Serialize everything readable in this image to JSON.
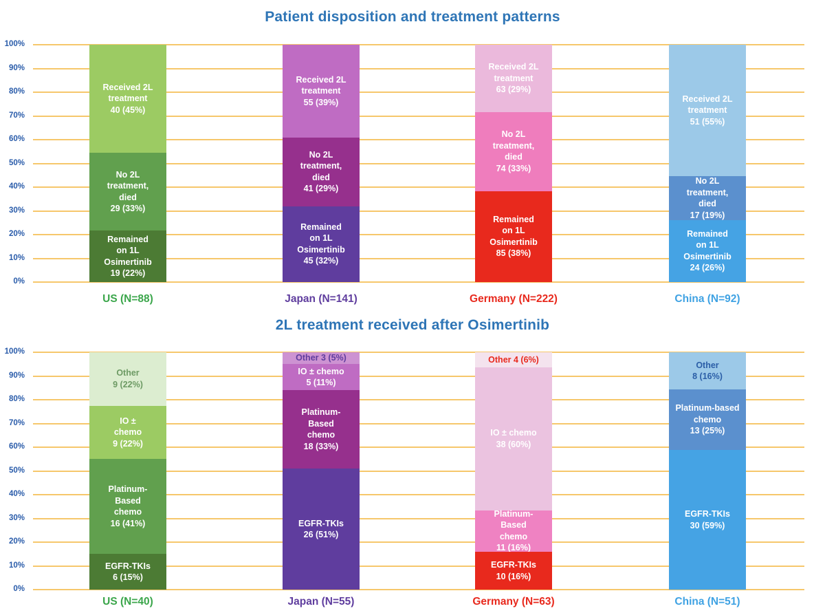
{
  "chart_data": [
    {
      "type": "bar",
      "stacked": true,
      "title": "Patient disposition and treatment patterns",
      "title_color": "#2E75B6",
      "xlabel": "",
      "ylabel": "",
      "ylim": [
        0,
        100
      ],
      "grid": true,
      "gridline_color": "#F6C76B",
      "y_tick_color": "#2A5CAA",
      "y_ticks": [
        "0%",
        "10%",
        "20%",
        "30%",
        "40%",
        "50%",
        "60%",
        "70%",
        "80%",
        "90%",
        "100%"
      ],
      "categories": [
        "US (N=88)",
        "Japan (N=141)",
        "Germany (N=222)",
        "China (N=92)"
      ],
      "bars": [
        {
          "category": "US (N=88)",
          "n": 88,
          "category_color": "#3BA64B",
          "segments": [
            {
              "name": "Received 2L treatment",
              "value": 40,
              "pct": "45%",
              "height_pct": 45.45,
              "color": "#9CCB63",
              "text_color": "#FFFFFF",
              "label_lines": [
                "Received 2L",
                "treatment",
                "40 (45%)"
              ]
            },
            {
              "name": "No 2L treatment, died",
              "value": 29,
              "pct": "33%",
              "height_pct": 32.95,
              "color": "#61A04E",
              "text_color": "#FFFFFF",
              "label_lines": [
                "No 2L",
                "treatment,",
                "died",
                "29 (33%)"
              ]
            },
            {
              "name": "Remained on 1L Osimertinib",
              "value": 19,
              "pct": "22%",
              "height_pct": 21.6,
              "color": "#4C7B34",
              "text_color": "#FFFFFF",
              "label_lines": [
                "Remained",
                "on 1L",
                "Osimertinib",
                "19 (22%)"
              ]
            }
          ]
        },
        {
          "category": "Japan (N=141)",
          "n": 141,
          "category_color": "#5F3D9E",
          "segments": [
            {
              "name": "Received 2L treatment",
              "value": 55,
              "pct": "39%",
              "height_pct": 39.0,
              "color": "#BF6CC3",
              "text_color": "#FFFFFF",
              "label_lines": [
                "Received 2L",
                "treatment",
                "55 (39%)"
              ]
            },
            {
              "name": "No 2L treatment, died",
              "value": 41,
              "pct": "29%",
              "height_pct": 29.1,
              "color": "#96308D",
              "text_color": "#FFFFFF",
              "label_lines": [
                "No 2L",
                "treatment,",
                "died",
                "41 (29%)"
              ]
            },
            {
              "name": "Remained on 1L Osimertinib",
              "value": 45,
              "pct": "32%",
              "height_pct": 31.9,
              "color": "#5F3D9E",
              "text_color": "#FFFFFF",
              "label_lines": [
                "Remained",
                "on 1L",
                "Osimertinib",
                "45 (32%)"
              ]
            }
          ]
        },
        {
          "category": "Germany (N=222)",
          "n": 222,
          "category_color": "#E8291D",
          "segments": [
            {
              "name": "Received 2L treatment",
              "value": 63,
              "pct": "29%",
              "height_pct": 28.4,
              "color": "#EBB9DC",
              "text_color": "#FFFFFF",
              "label_lines": [
                "Received 2L",
                "treatment",
                "63 (29%)"
              ]
            },
            {
              "name": "No 2L treatment, died",
              "value": 74,
              "pct": "33%",
              "height_pct": 33.3,
              "color": "#EF7DBD",
              "text_color": "#FFFFFF",
              "label_lines": [
                "No 2L",
                "treatment,",
                "died",
                "74 (33%)"
              ]
            },
            {
              "name": "Remained on 1L Osimertinib",
              "value": 85,
              "pct": "38%",
              "height_pct": 38.3,
              "color": "#E8291D",
              "text_color": "#FFFFFF",
              "label_lines": [
                "Remained",
                "on 1L",
                "Osimertinib",
                "85 (38%)"
              ]
            }
          ]
        },
        {
          "category": "China (N=92)",
          "n": 92,
          "category_color": "#3FA2E3",
          "segments": [
            {
              "name": "Received 2L treatment",
              "value": 51,
              "pct": "55%",
              "height_pct": 55.4,
              "color": "#9CC9E8",
              "text_color": "#FFFFFF",
              "label_lines": [
                "Received 2L",
                "treatment",
                "51 (55%)"
              ]
            },
            {
              "name": "No 2L treatment, died",
              "value": 17,
              "pct": "19%",
              "height_pct": 18.5,
              "color": "#5B90CE",
              "text_color": "#FFFFFF",
              "label_lines": [
                "No 2L",
                "treatment,",
                "died",
                "17 (19%)"
              ]
            },
            {
              "name": "Remained on 1L Osimertinib",
              "value": 24,
              "pct": "26%",
              "height_pct": 26.1,
              "color": "#45A3E4",
              "text_color": "#FFFFFF",
              "label_lines": [
                "Remained",
                "on 1L",
                "Osimertinib",
                "24 (26%)"
              ]
            }
          ]
        }
      ]
    },
    {
      "type": "bar",
      "stacked": true,
      "title": "2L treatment received after Osimertinib",
      "title_color": "#2E75B6",
      "xlabel": "",
      "ylabel": "",
      "ylim": [
        0,
        100
      ],
      "grid": true,
      "gridline_color": "#F6C76B",
      "y_tick_color": "#2A5CAA",
      "y_ticks": [
        "0%",
        "10%",
        "20%",
        "30%",
        "40%",
        "50%",
        "60%",
        "70%",
        "80%",
        "90%",
        "100%"
      ],
      "categories": [
        "US (N=40)",
        "Japan (N=55)",
        "Germany (N=63)",
        "China (N=51)"
      ],
      "bars": [
        {
          "category": "US (N=40)",
          "n": 40,
          "category_color": "#3BA64B",
          "segments": [
            {
              "name": "Other",
              "value": 9,
              "pct": "22%",
              "height_pct": 22.5,
              "color": "#DCEDD0",
              "text_color": "#6D9A64",
              "label_lines": [
                "Other",
                "9 (22%)"
              ]
            },
            {
              "name": "IO ± chemo",
              "value": 9,
              "pct": "22%",
              "height_pct": 22.5,
              "color": "#9CCB63",
              "text_color": "#FFFFFF",
              "label_lines": [
                "IO ±",
                "chemo",
                "9 (22%)"
              ]
            },
            {
              "name": "Platinum-Based chemo",
              "value": 16,
              "pct": "41%",
              "height_pct": 40.0,
              "color": "#61A04E",
              "text_color": "#FFFFFF",
              "label_lines": [
                "Platinum-",
                "Based",
                "chemo",
                "16 (41%)"
              ]
            },
            {
              "name": "EGFR-TKIs",
              "value": 6,
              "pct": "15%",
              "height_pct": 15.0,
              "color": "#4C7B34",
              "text_color": "#FFFFFF",
              "label_lines": [
                "EGFR-TKIs",
                "6 (15%)"
              ]
            }
          ]
        },
        {
          "category": "Japan (N=55)",
          "n": 55,
          "category_color": "#5F3D9E",
          "segments": [
            {
              "name": "Other",
              "value": 3,
              "pct": "5%",
              "height_pct": 5.0,
              "color": "#CD93D2",
              "text_color": "#5F3D9E",
              "label_lines": [
                "Other 3 (5%)"
              ]
            },
            {
              "name": "IO ± chemo",
              "value": 5,
              "pct": "11%",
              "height_pct": 11.0,
              "color": "#BF6CC3",
              "text_color": "#FFFFFF",
              "label_lines": [
                "IO ± chemo",
                "5 (11%)"
              ]
            },
            {
              "name": "Platinum-Based chemo",
              "value": 18,
              "pct": "33%",
              "height_pct": 33.0,
              "color": "#96308D",
              "text_color": "#FFFFFF",
              "label_lines": [
                "Platinum-",
                "Based",
                "chemo",
                "18 (33%)"
              ]
            },
            {
              "name": "EGFR-TKIs",
              "value": 26,
              "pct": "51%",
              "height_pct": 51.0,
              "color": "#5F3D9E",
              "text_color": "#FFFFFF",
              "label_lines": [
                "EGFR-TKIs",
                "26 (51%)"
              ]
            }
          ]
        },
        {
          "category": "Germany (N=63)",
          "n": 63,
          "category_color": "#E8291D",
          "segments": [
            {
              "name": "Other",
              "value": 4,
              "pct": "6%",
              "height_pct": 6.3,
              "color": "#F4E3EE",
              "text_color": "#E8291D",
              "label_lines": [
                "Other 4 (6%)"
              ]
            },
            {
              "name": "IO ± chemo",
              "value": 38,
              "pct": "60%",
              "height_pct": 60.3,
              "color": "#EBC3E0",
              "text_color": "#FFFFFF",
              "label_lines": [
                "IO ± chemo",
                "38 (60%)"
              ]
            },
            {
              "name": "Platinum-Based chemo",
              "value": 11,
              "pct": "16%",
              "height_pct": 17.5,
              "color": "#EF82C2",
              "text_color": "#FFFFFF",
              "label_lines": [
                "Platinum-",
                "Based",
                "chemo",
                "11 (16%)"
              ]
            },
            {
              "name": "EGFR-TKIs",
              "value": 10,
              "pct": "16%",
              "height_pct": 15.9,
              "color": "#E8291D",
              "text_color": "#FFFFFF",
              "label_lines": [
                "EGFR-TKIs",
                "10 (16%)"
              ]
            }
          ]
        },
        {
          "category": "China (N=51)",
          "n": 51,
          "category_color": "#3FA2E3",
          "segments": [
            {
              "name": "Other",
              "value": 8,
              "pct": "16%",
              "height_pct": 15.7,
              "color": "#9CC9E8",
              "text_color": "#2B5EA7",
              "label_lines": [
                "Other",
                "8 (16%)"
              ]
            },
            {
              "name": "Platinum-based chemo",
              "value": 13,
              "pct": "25%",
              "height_pct": 25.5,
              "color": "#5B90CE",
              "text_color": "#FFFFFF",
              "label_lines": [
                "Platinum-based",
                "chemo",
                "13 (25%)"
              ]
            },
            {
              "name": "EGFR-TKIs",
              "value": 30,
              "pct": "59%",
              "height_pct": 58.8,
              "color": "#45A3E4",
              "text_color": "#FFFFFF",
              "label_lines": [
                "EGFR-TKIs",
                "30 (59%)"
              ]
            }
          ]
        }
      ]
    }
  ]
}
